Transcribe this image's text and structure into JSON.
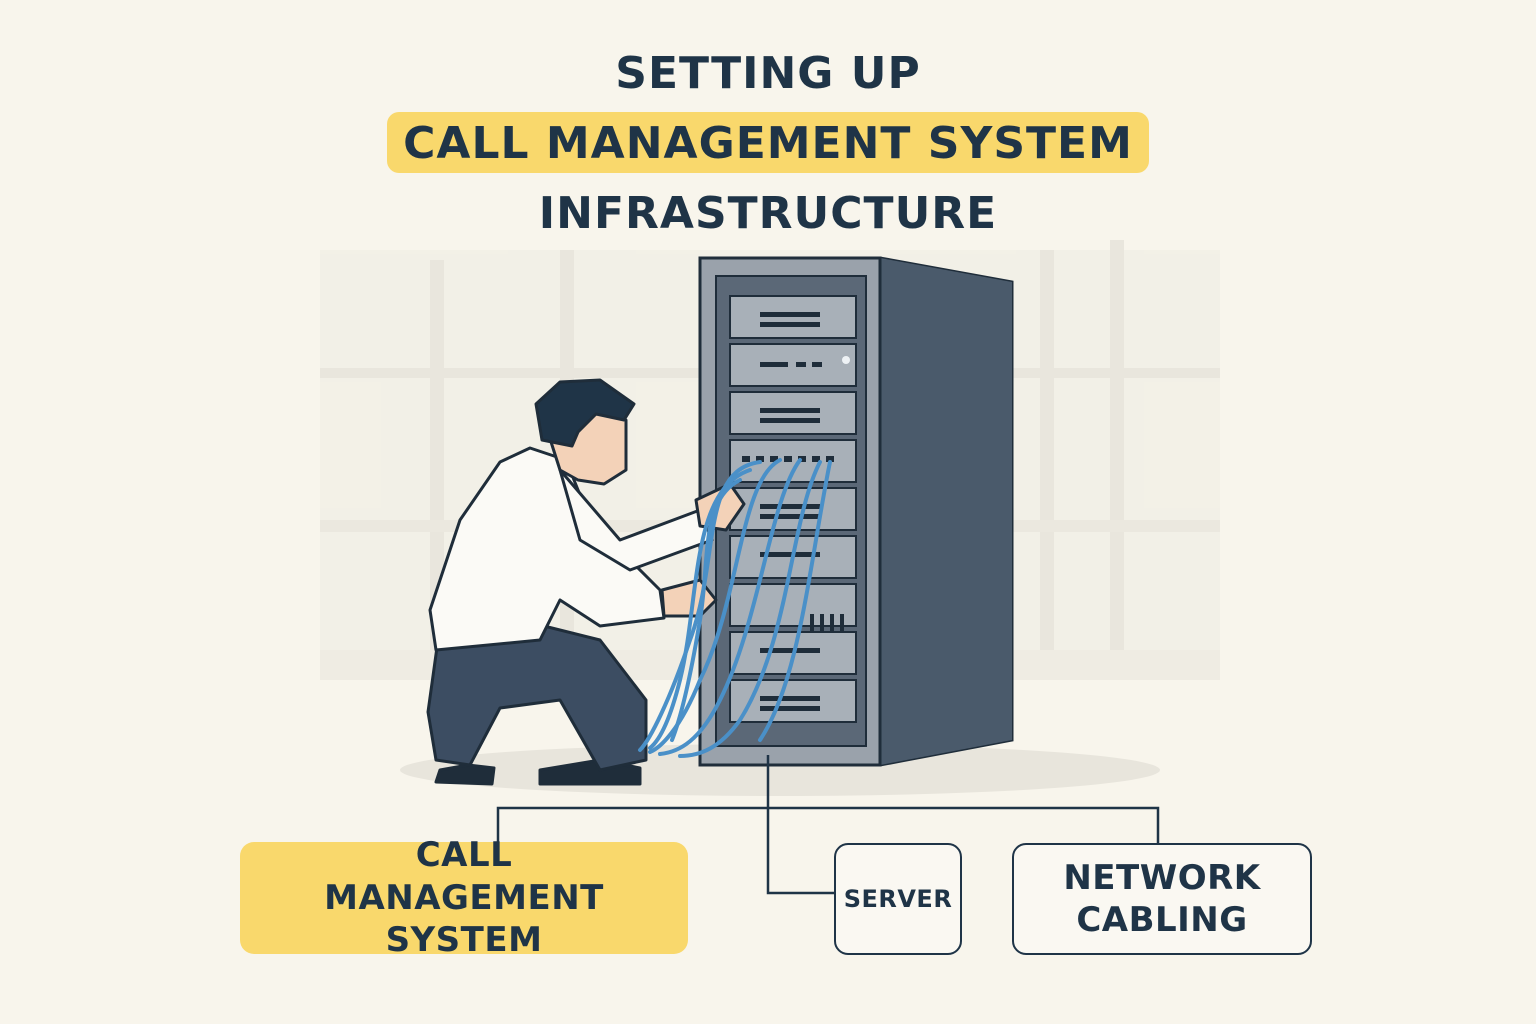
{
  "title": {
    "line1": "SETTING UP",
    "line2": "CALL MANAGEMENT SYSTEM",
    "line3": "INFRASTRUCTURE"
  },
  "boxes": {
    "call_management": "CALL MANAGEMENT SYSTEM",
    "server": "SERVER",
    "network_cabling": "NETWORK CABLING"
  },
  "colors": {
    "background": "#f8f5ec",
    "highlight": "#f9d86c",
    "text": "#1f3447",
    "rack": "#3f4f60",
    "cable": "#4a90c8",
    "trousers": "#3c4d62"
  }
}
